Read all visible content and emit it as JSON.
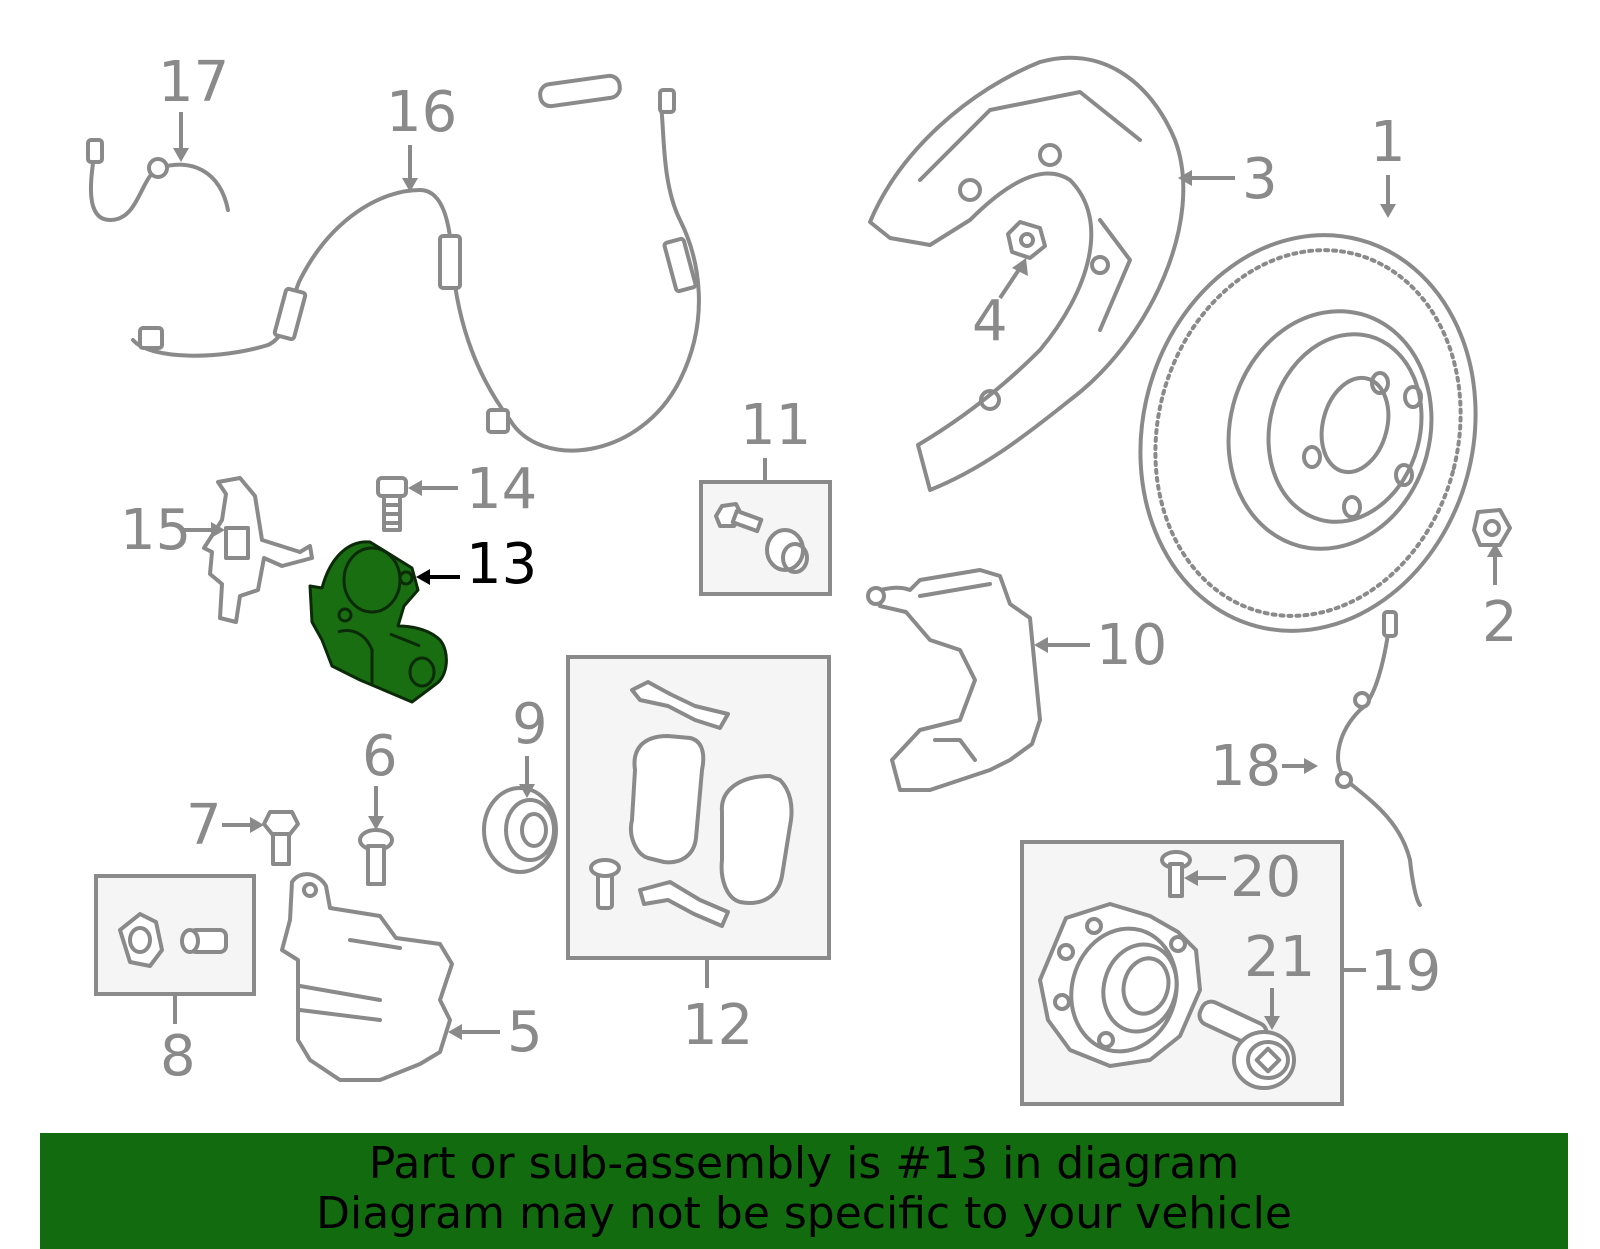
{
  "callouts": {
    "c1": "1",
    "c2": "2",
    "c3": "3",
    "c4": "4",
    "c5": "5",
    "c6": "6",
    "c7": "7",
    "c8": "8",
    "c9": "9",
    "c10": "10",
    "c11": "11",
    "c12": "12",
    "c13": "13",
    "c14": "14",
    "c15": "15",
    "c16": "16",
    "c17": "17",
    "c18": "18",
    "c19": "19",
    "c20": "20",
    "c21": "21"
  },
  "highlighted_part": "13",
  "colors": {
    "highlight": "#1a6e12",
    "banner": "#136b0f",
    "lines": "#8a8a8a"
  },
  "banner": {
    "line1": "Part or sub-assembly is #13 in diagram",
    "line2": "Diagram may not be specific to your vehicle"
  }
}
